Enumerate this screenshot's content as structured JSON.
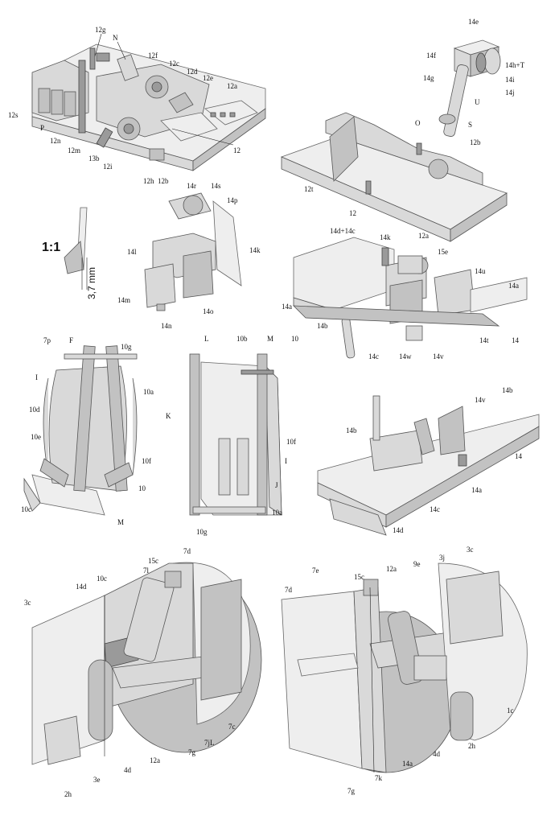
{
  "scale_note": {
    "ratio": "1:1",
    "measure": "3,7 mm"
  },
  "panels": {
    "console_12": [
      "12g",
      "N",
      "12f",
      "12c",
      "12d",
      "12e",
      "12a",
      "12s",
      "P",
      "12n",
      "12m",
      "13b",
      "12i",
      "12h",
      "12b",
      "12"
    ],
    "crank_14e": [
      "14e",
      "14f",
      "14h+T",
      "14g",
      "14i",
      "U",
      "14j",
      "S"
    ],
    "floor_12": [
      "O",
      "12b",
      "12t",
      "12",
      "12a"
    ],
    "block_14": [
      "14r",
      "14s",
      "14p",
      "14l",
      "14k",
      "14m",
      "14n",
      "14o"
    ],
    "rail_14": [
      "14d+14c",
      "14k",
      "15e",
      "14u",
      "14a",
      "14a",
      "14b",
      "14c",
      "14w",
      "14v",
      "14t",
      "14"
    ],
    "seat_front": [
      "7p",
      "F",
      "10g",
      "I",
      "10a",
      "10d",
      "10e",
      "10f",
      "10",
      "10c",
      "M"
    ],
    "seat_back": [
      "L",
      "10b",
      "M",
      "10",
      "K",
      "10f",
      "I",
      "J",
      "10a",
      "10g"
    ],
    "base_14": [
      "14v",
      "14b",
      "14b",
      "14",
      "14a",
      "14c",
      "14d"
    ],
    "cockpit_left": [
      "7d",
      "15c",
      "10c",
      "7l",
      "14d",
      "3c",
      "12a",
      "7g",
      "7jL",
      "7c",
      "2h",
      "3e",
      "4d"
    ],
    "cockpit_right": [
      "7d",
      "7e",
      "15c",
      "12a",
      "9e",
      "3j",
      "3c",
      "1c",
      "2h",
      "4d",
      "14a",
      "7k",
      "7g"
    ]
  }
}
